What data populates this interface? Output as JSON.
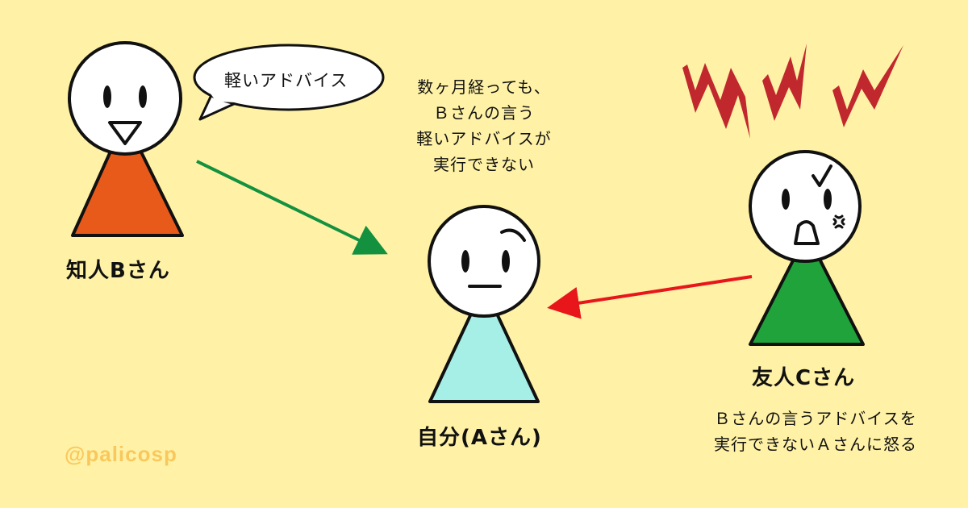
{
  "people": {
    "b": {
      "label": "知人Bさん",
      "body_color": "#e85a1a"
    },
    "a": {
      "label": "自分(Aさん)",
      "body_color": "#a6efe6"
    },
    "c": {
      "label": "友人Cさん",
      "body_color": "#1fa33a"
    }
  },
  "bubble": {
    "text": "軽いアドバイス"
  },
  "center_note": {
    "lines": [
      "数ヶ月経っても、",
      "Ｂさんの言う",
      "軽いアドバイスが",
      "実行できない"
    ]
  },
  "c_note": {
    "lines": [
      "Ｂさんの言うアドバイスを",
      "実行できないＡさんに怒る"
    ]
  },
  "arrows": {
    "b_to_a_color": "#13913f",
    "c_to_a_color": "#e8161b"
  },
  "anger_marks_color": "#c0282e",
  "watermark": "@palicosp"
}
